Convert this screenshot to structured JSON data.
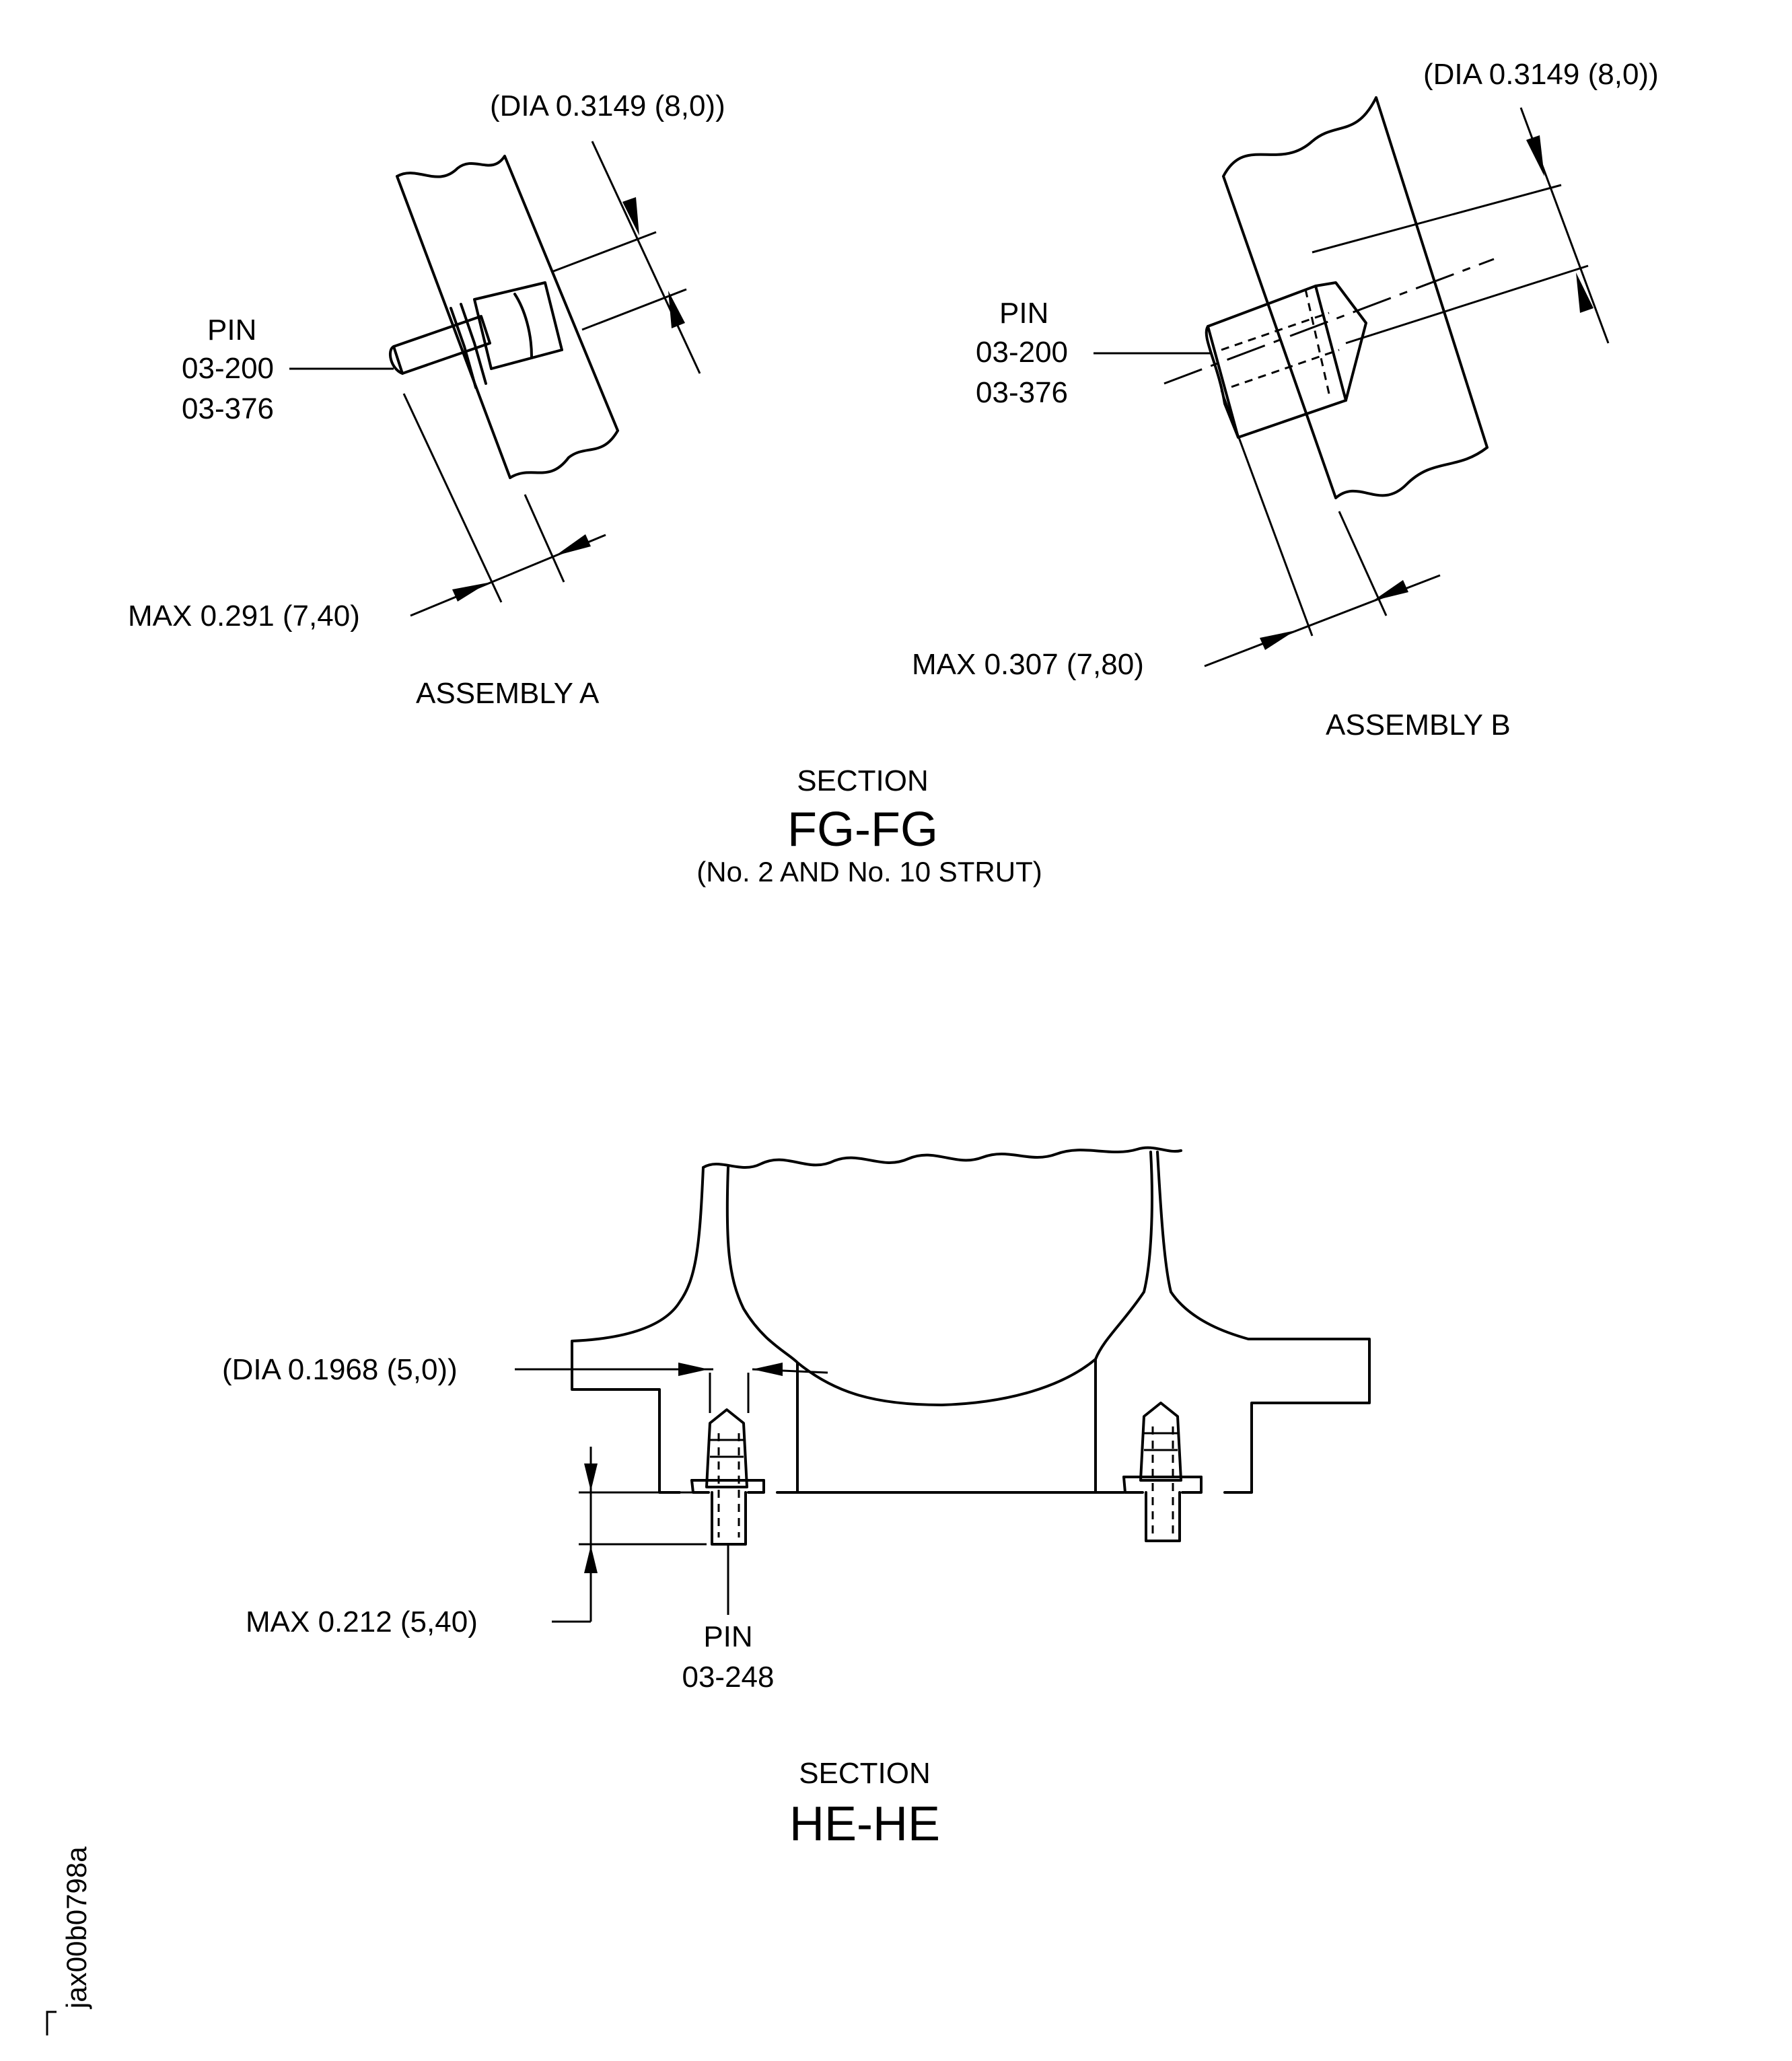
{
  "assembly_a": {
    "dia_label": "(DIA  0.3149 (8,0))",
    "pin_title": "PIN",
    "pin_number_1": "03-200",
    "pin_number_2": "03-376",
    "max_label": "MAX  0.291 (7,40)",
    "caption": "ASSEMBLY  A"
  },
  "assembly_b": {
    "dia_label": "(DIA  0.3149 (8,0))",
    "pin_title": "PIN",
    "pin_number_1": "03-200",
    "pin_number_2": "03-376",
    "max_label": "MAX  0.307 (7,80)",
    "caption": "ASSEMBLY  B"
  },
  "section_fg": {
    "word": "SECTION",
    "name": "FG-FG",
    "note": "(No. 2  AND  No. 10  STRUT)"
  },
  "section_he": {
    "dia_label": "(DIA  0.1968 (5,0))",
    "max_label": "MAX  0.212 (5,40)",
    "pin_title": "PIN",
    "pin_number": "03-248",
    "word": "SECTION",
    "name": "HE-HE"
  },
  "figure_id": "jax00b0798a"
}
